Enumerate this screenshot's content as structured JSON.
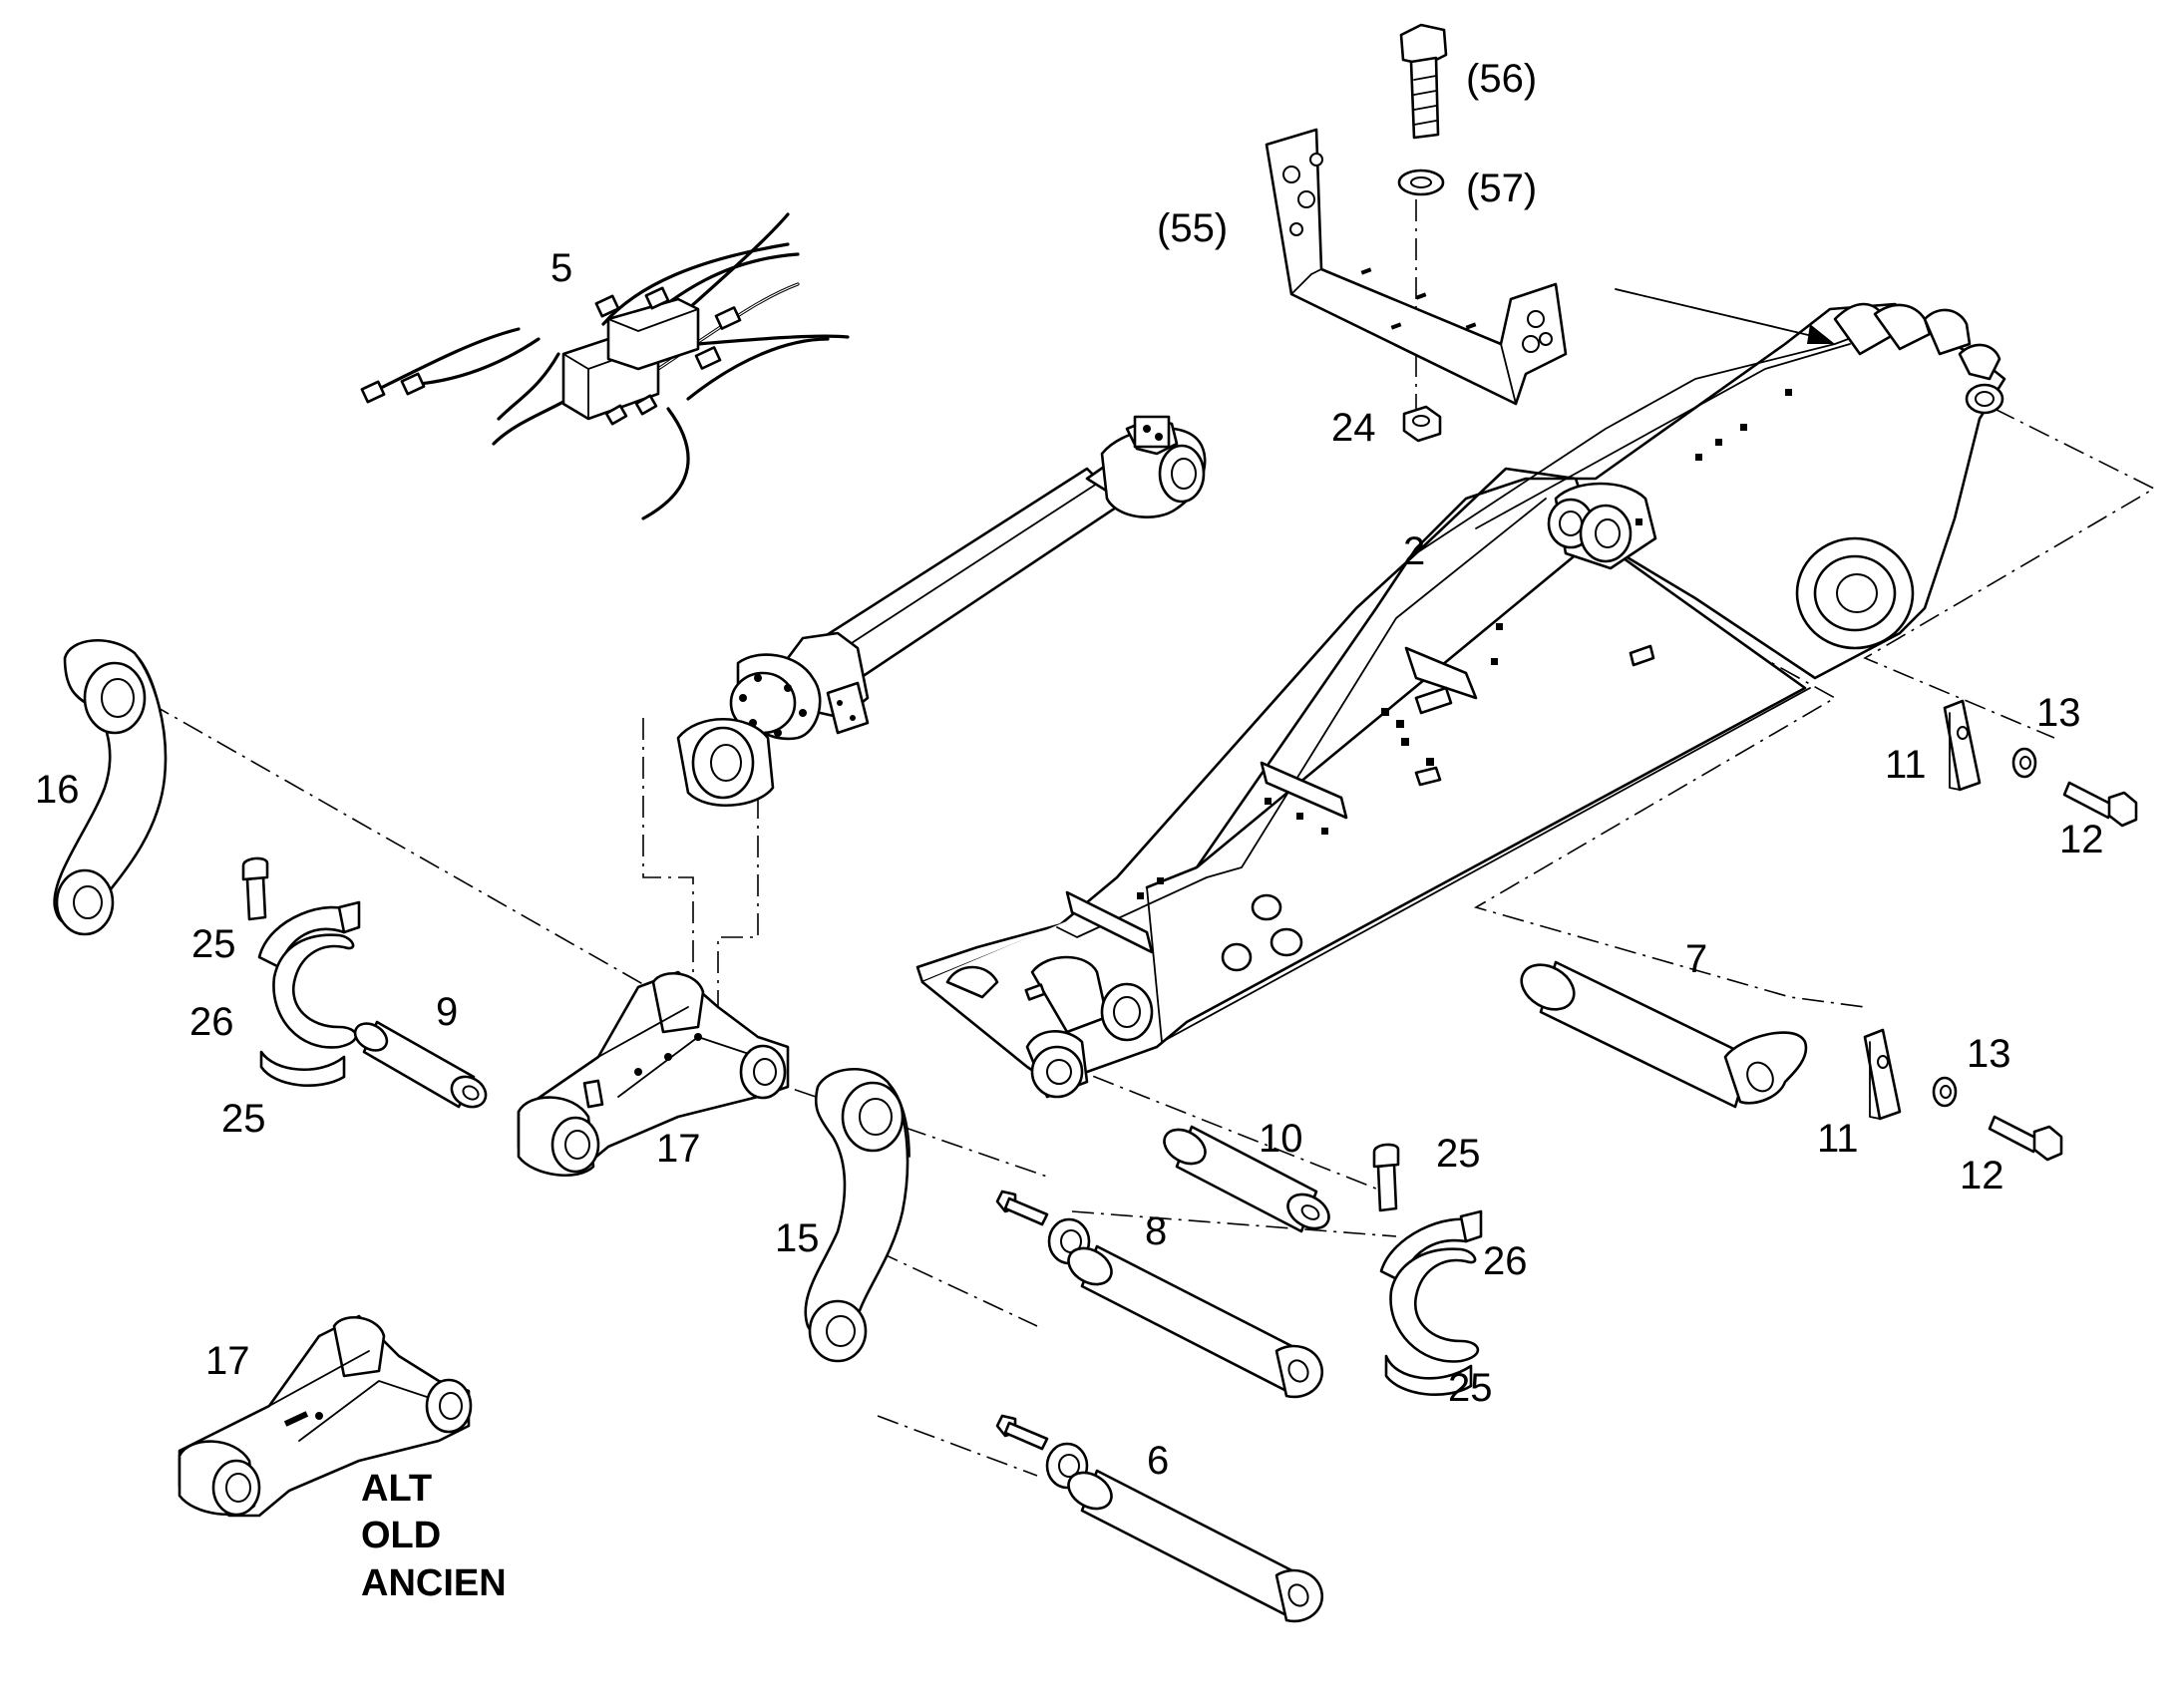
{
  "labels": {
    "l56": "(56)",
    "l57": "(57)",
    "l55": "(55)",
    "l5": "5",
    "l24": "24",
    "l2": "2",
    "l16": "16",
    "l13a": "13",
    "l11a": "11",
    "l12a": "12",
    "l25a": "25",
    "l26a": "26",
    "l9": "9",
    "l25b": "25",
    "l17a": "17",
    "l7": "7",
    "l13b": "13",
    "l11b": "11",
    "l10": "10",
    "l25c": "25",
    "l12b": "12",
    "l15": "15",
    "l8": "8",
    "l26b": "26",
    "l25d": "25",
    "l17b": "17",
    "l6": "6"
  },
  "variant_note": {
    "line1": "ALT",
    "line2": "OLD",
    "line3": "ANCIEN"
  }
}
